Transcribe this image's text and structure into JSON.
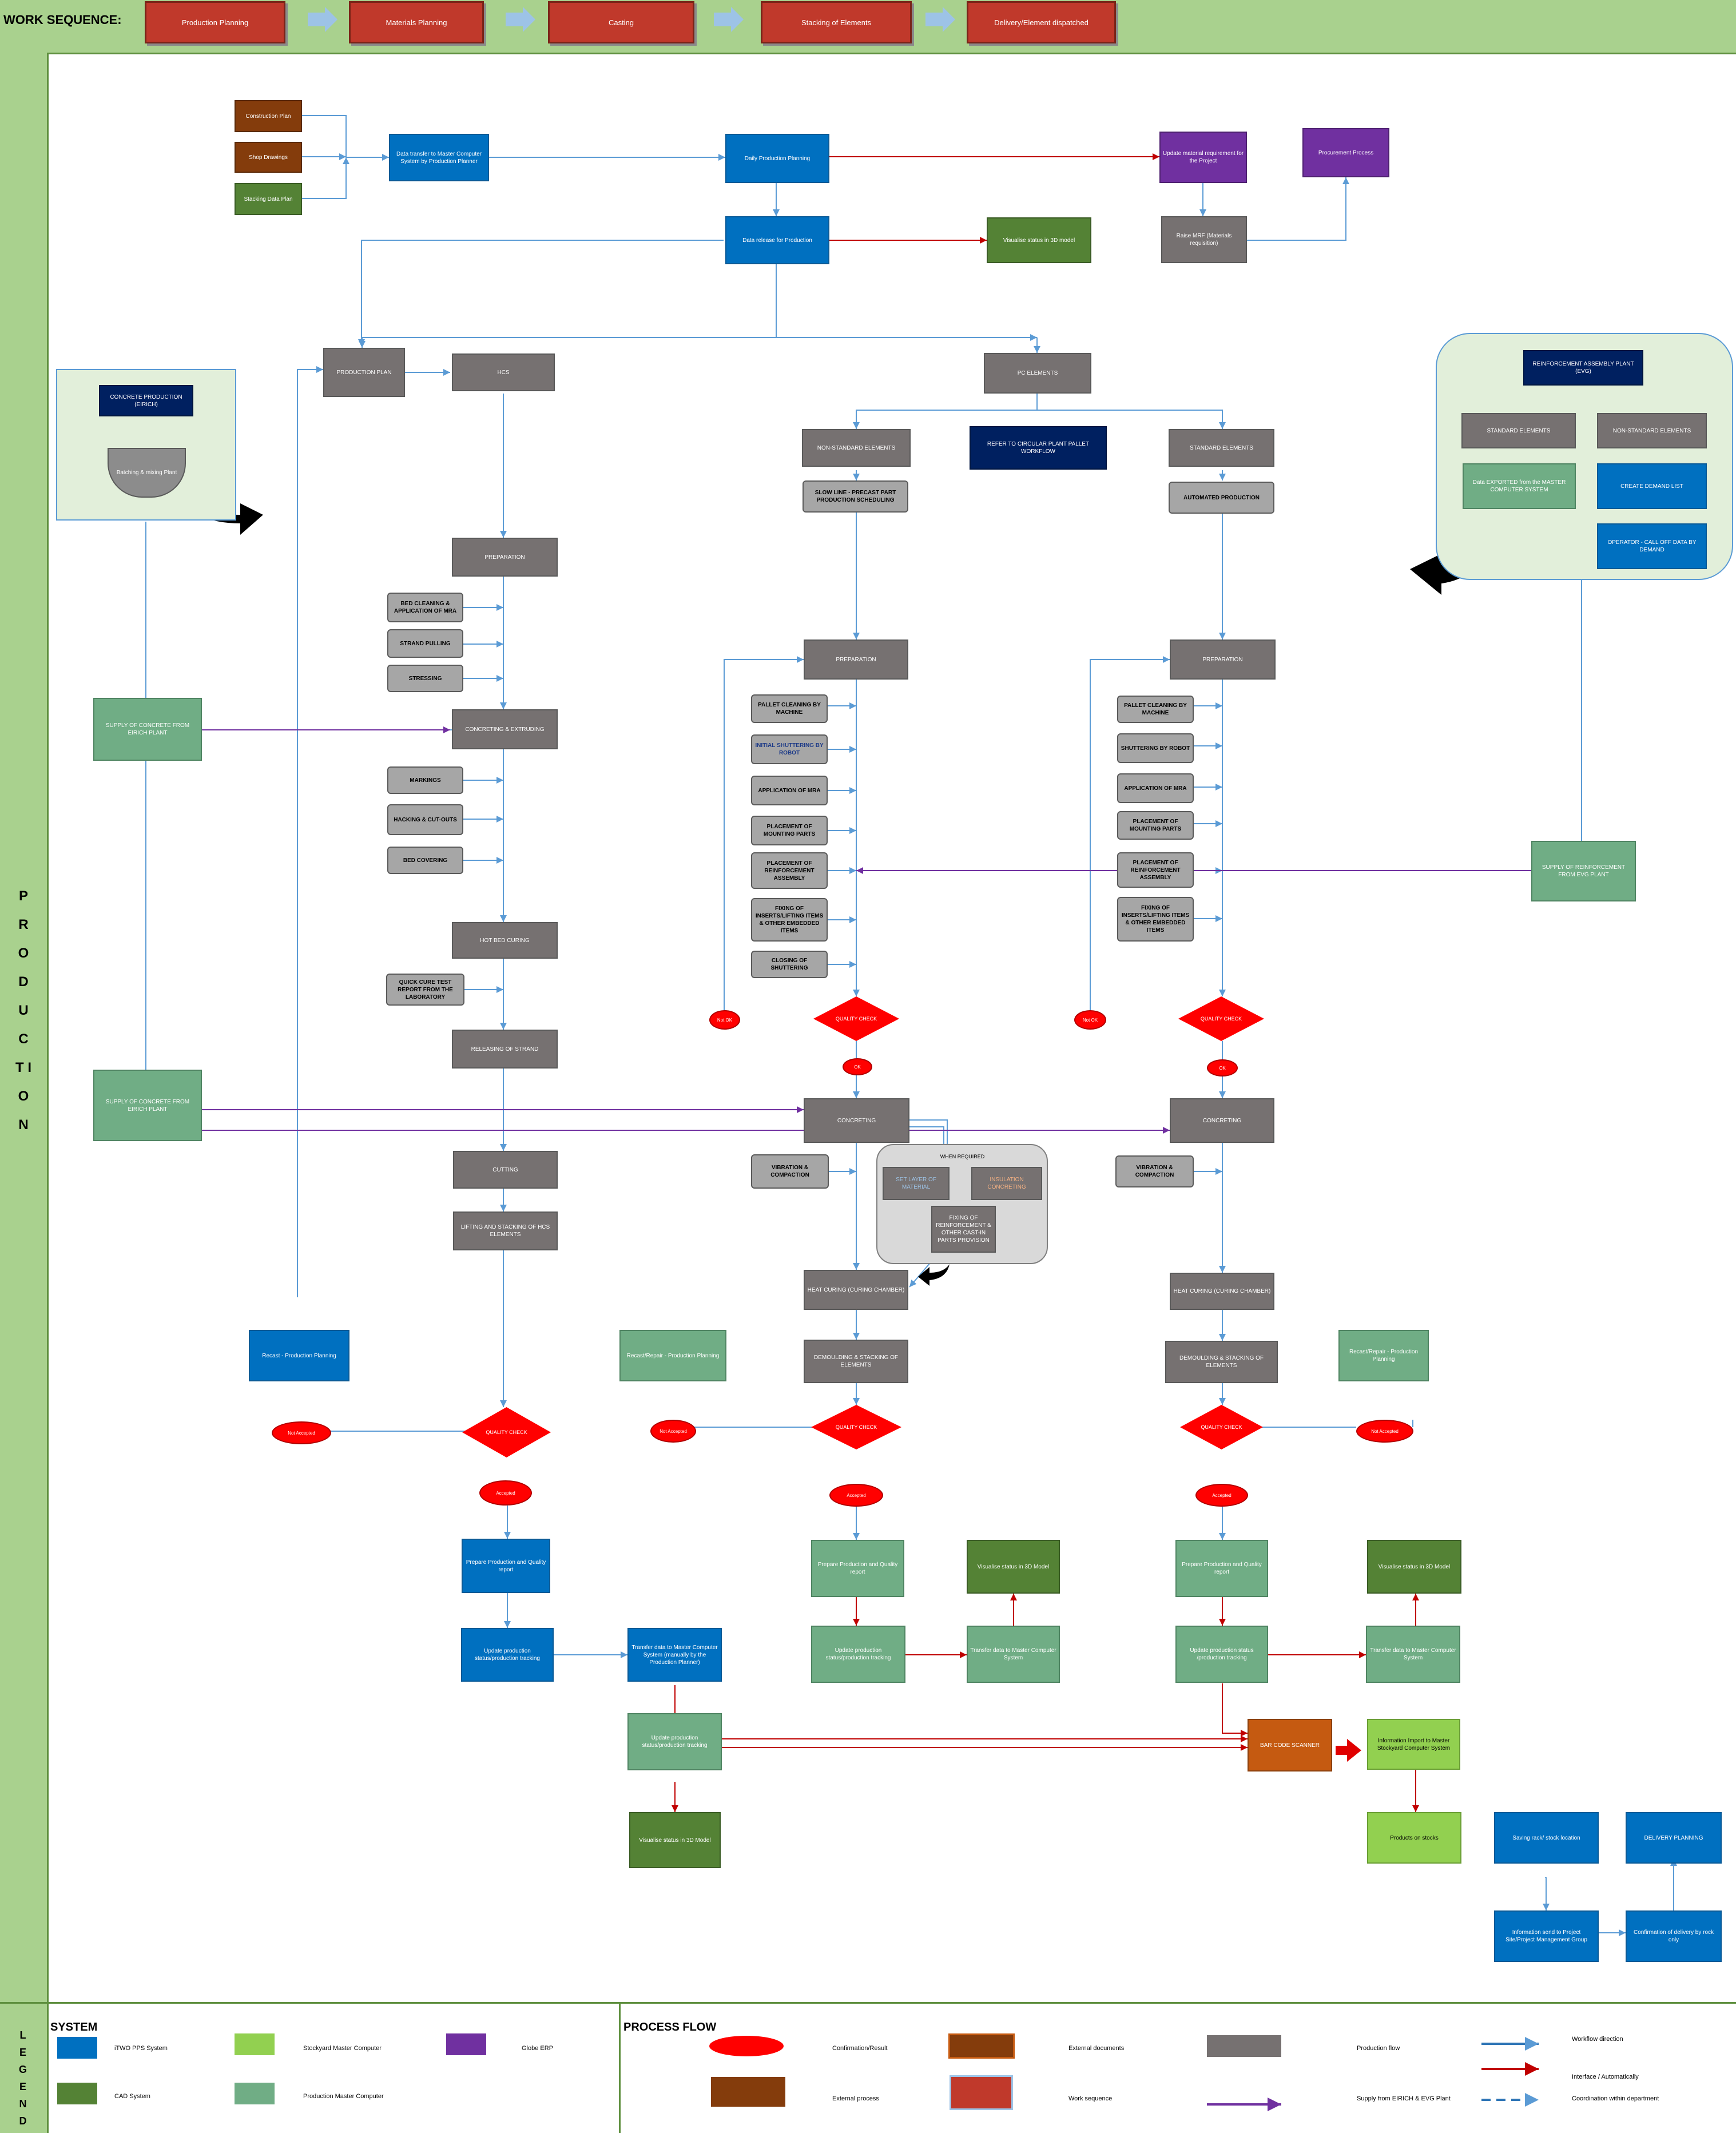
{
  "header": {
    "label": "WORK SEQUENCE:",
    "steps": [
      "Production Planning",
      "Materials Planning",
      "Casting",
      "Stacking of Elements",
      "Delivery/Element dispatched"
    ]
  },
  "sidebar": {
    "label": "P R O D U C T I O N"
  },
  "docs": [
    "Construction Plan",
    "Shop Drawings",
    "Stacking Data Plan"
  ],
  "planning": {
    "transfer": "Data transfer to Master Computer System by Production Planner",
    "daily": "Daily Production Planning",
    "release": "Data release for Production",
    "visualise_top": "Visualise status in 3D model",
    "update_material": "Update material requirement for the Project",
    "procurement": "Procurement Process",
    "raise_mrf": "Raise MRF (Materials requisition)"
  },
  "concrete_panel": {
    "title": "CONCRETE PRODUCTION (EIRICH)",
    "plant": "Batching & mixing Plant"
  },
  "reinforcement_panel": {
    "title": "REINFORCEMENT ASSEMBLY PLANT (EVG)",
    "standard": "STANDARD ELEMENTS",
    "non_standard": "NON-STANDARD ELEMENTS",
    "data_exported": "Data EXPORTED from the MASTER COMPUTER SYSTEM",
    "create_demand": "CREATE DEMAND LIST",
    "operator_call": "OPERATOR - CALL OFF DATA BY DEMAND"
  },
  "hcs": {
    "production_plan": "PRODUCTION PLAN",
    "title": "HCS",
    "preparation": "PREPARATION",
    "bed_cleaning": "BED CLEANING & APPLICATION OF MRA",
    "strand_pulling": "STRAND PULLING",
    "stressing": "STRESSING",
    "supply_concrete": "SUPPLY OF CONCRETE FROM EIRICH PLANT",
    "concreting": "CONCRETING & EXTRUDING",
    "markings": "MARKINGS",
    "hacking": "HACKING & CUT-OUTS",
    "bed_covering": "BED COVERING",
    "hot_bed": "HOT BED CURING",
    "quick_cure": "QUICK CURE TEST REPORT FROM THE LABORATORY",
    "releasing": "RELEASING OF STRAND",
    "supply_concrete2": "SUPPLY OF CONCRETE FROM EIRICH PLANT",
    "cutting": "CUTTING",
    "lifting": "LIFTING AND STACKING OF HCS ELEMENTS",
    "recast": "Recast - Production Planning",
    "not_ok": "Not Accepted",
    "qc": "QUALITY CHECK",
    "accepted": "Accepted",
    "prepare_report": "Prepare Production and Quality report",
    "update_status": "Update production status/production tracking",
    "transfer": "Transfer data to Master Computer System (manually by the Production Planner)",
    "update_status2": "Update production status/production tracking",
    "visualise": "Visualise status in 3D Model"
  },
  "pc": {
    "title": "PC ELEMENTS",
    "non_standard": "NON-STANDARD ELEMENTS",
    "refer": "REFER TO CIRCULAR PLANT PALLET WORKFLOW",
    "standard": "STANDARD ELEMENTS",
    "slow_line": "SLOW LINE - PRECAST PART PRODUCTION SCHEDULING",
    "automated": "AUTOMATED PRODUCTION"
  },
  "slow": {
    "preparation": "PREPARATION",
    "pallet": "PALLET CLEANING BY MACHINE",
    "initial": "INITIAL SHUTTERING BY ROBOT",
    "mra": "APPLICATION OF MRA",
    "mounting": "PLACEMENT OF MOUNTING PARTS",
    "reinf": "PLACEMENT OF REINFORCEMENT ASSEMBLY",
    "fixing": "FIXING OF INSERTS/LIFTING ITEMS & OTHER EMBEDDED ITEMS",
    "closing": "CLOSING OF SHUTTERING",
    "qc": "QUALITY CHECK",
    "not_ok": "Not OK",
    "ok": "OK",
    "concreting": "CONCRETING",
    "vibration": "VIBRATION & COMPACTION",
    "when": "WHEN REQUIRED",
    "set_layer": "SET LAYER OF MATERIAL",
    "insulation": "INSULATION CONCRETING",
    "fixing_reinf": "FIXING OF REINFORCEMENT & OTHER CAST-IN PARTS PROVISION",
    "heat": "HEAT CURING (CURING CHAMBER)",
    "demould": "DEMOULDING & STACKING OF ELEMENTS",
    "recast": "Recast/Repair - Production Planning",
    "not_acc": "Not Accepted",
    "qc2": "QUALITY CHECK",
    "acc": "Accepted",
    "prepare": "Prepare Production and Quality report",
    "update": "Update production status/production tracking",
    "transfer": "Transfer data to Master Computer System",
    "visualise": "Visualise status in 3D Model"
  },
  "auto": {
    "preparation": "PREPARATION",
    "pallet": "PALLET CLEANING BY MACHINE",
    "shuttering": "SHUTTERING BY ROBOT",
    "mra": "APPLICATION OF MRA",
    "mounting": "PLACEMENT OF MOUNTING PARTS",
    "reinf": "PLACEMENT OF REINFORCEMENT ASSEMBLY",
    "fixing": "FIXING OF INSERTS/LIFTING ITEMS & OTHER EMBEDDED ITEMS",
    "supply_reinf": "SUPPLY OF REINFORCEMENT FROM EVG PLANT",
    "qc": "QUALITY CHECK",
    "not_ok": "Not OK",
    "ok": "OK",
    "concreting": "CONCRETING",
    "vibration": "VIBRATION & COMPACTION",
    "heat": "HEAT CURING (CURING CHAMBER)",
    "demould": "DEMOULDING & STACKING OF ELEMENTS",
    "recast": "Recast/Repair - Production Planning",
    "not_acc": "Not Accepted",
    "qc2": "QUALITY CHECK",
    "acc": "Accepted",
    "prepare": "Prepare Production and Quality report",
    "update": "Update production status /production tracking",
    "transfer": "Transfer data to Master Computer System",
    "visualise": "Visualise status in 3D Model",
    "barcode": "BAR CODE SCANNER",
    "info": "Information Import to Master Stockyard Computer System",
    "stock": "Products on stocks",
    "saving": "Saving rack/ stock location",
    "delivery": "DELIVERY PLANNING",
    "info_site": "Information send to Project Site/Project Management Group",
    "confirm": "Confirmation of delivery by rock only"
  },
  "legend": {
    "side": "L E G E N D",
    "system_title": "SYSTEM",
    "process_title": "PROCESS FLOW",
    "itwo": "iTWO PPS System",
    "stockyard": "Stockyard Master Computer",
    "globe": "Globe ERP",
    "cad": "CAD System",
    "pmc": "Production Master Computer",
    "confirmation": "Confirmation/Result",
    "external_docs": "External documents",
    "production_flow": "Production flow",
    "workflow_dir": "Workflow direction",
    "external_process": "External process",
    "work_seq": "Work sequence",
    "supply": "Supply from EIRICH & EVG Plant",
    "interface": "Interface / Automatically",
    "coordination": "Coordination within department"
  },
  "colors": {
    "blue": "#0070c0",
    "green": "#548235",
    "purple": "#7030a0",
    "red": "#ff0000",
    "gray": "#767171",
    "light_green": "#92d050"
  }
}
